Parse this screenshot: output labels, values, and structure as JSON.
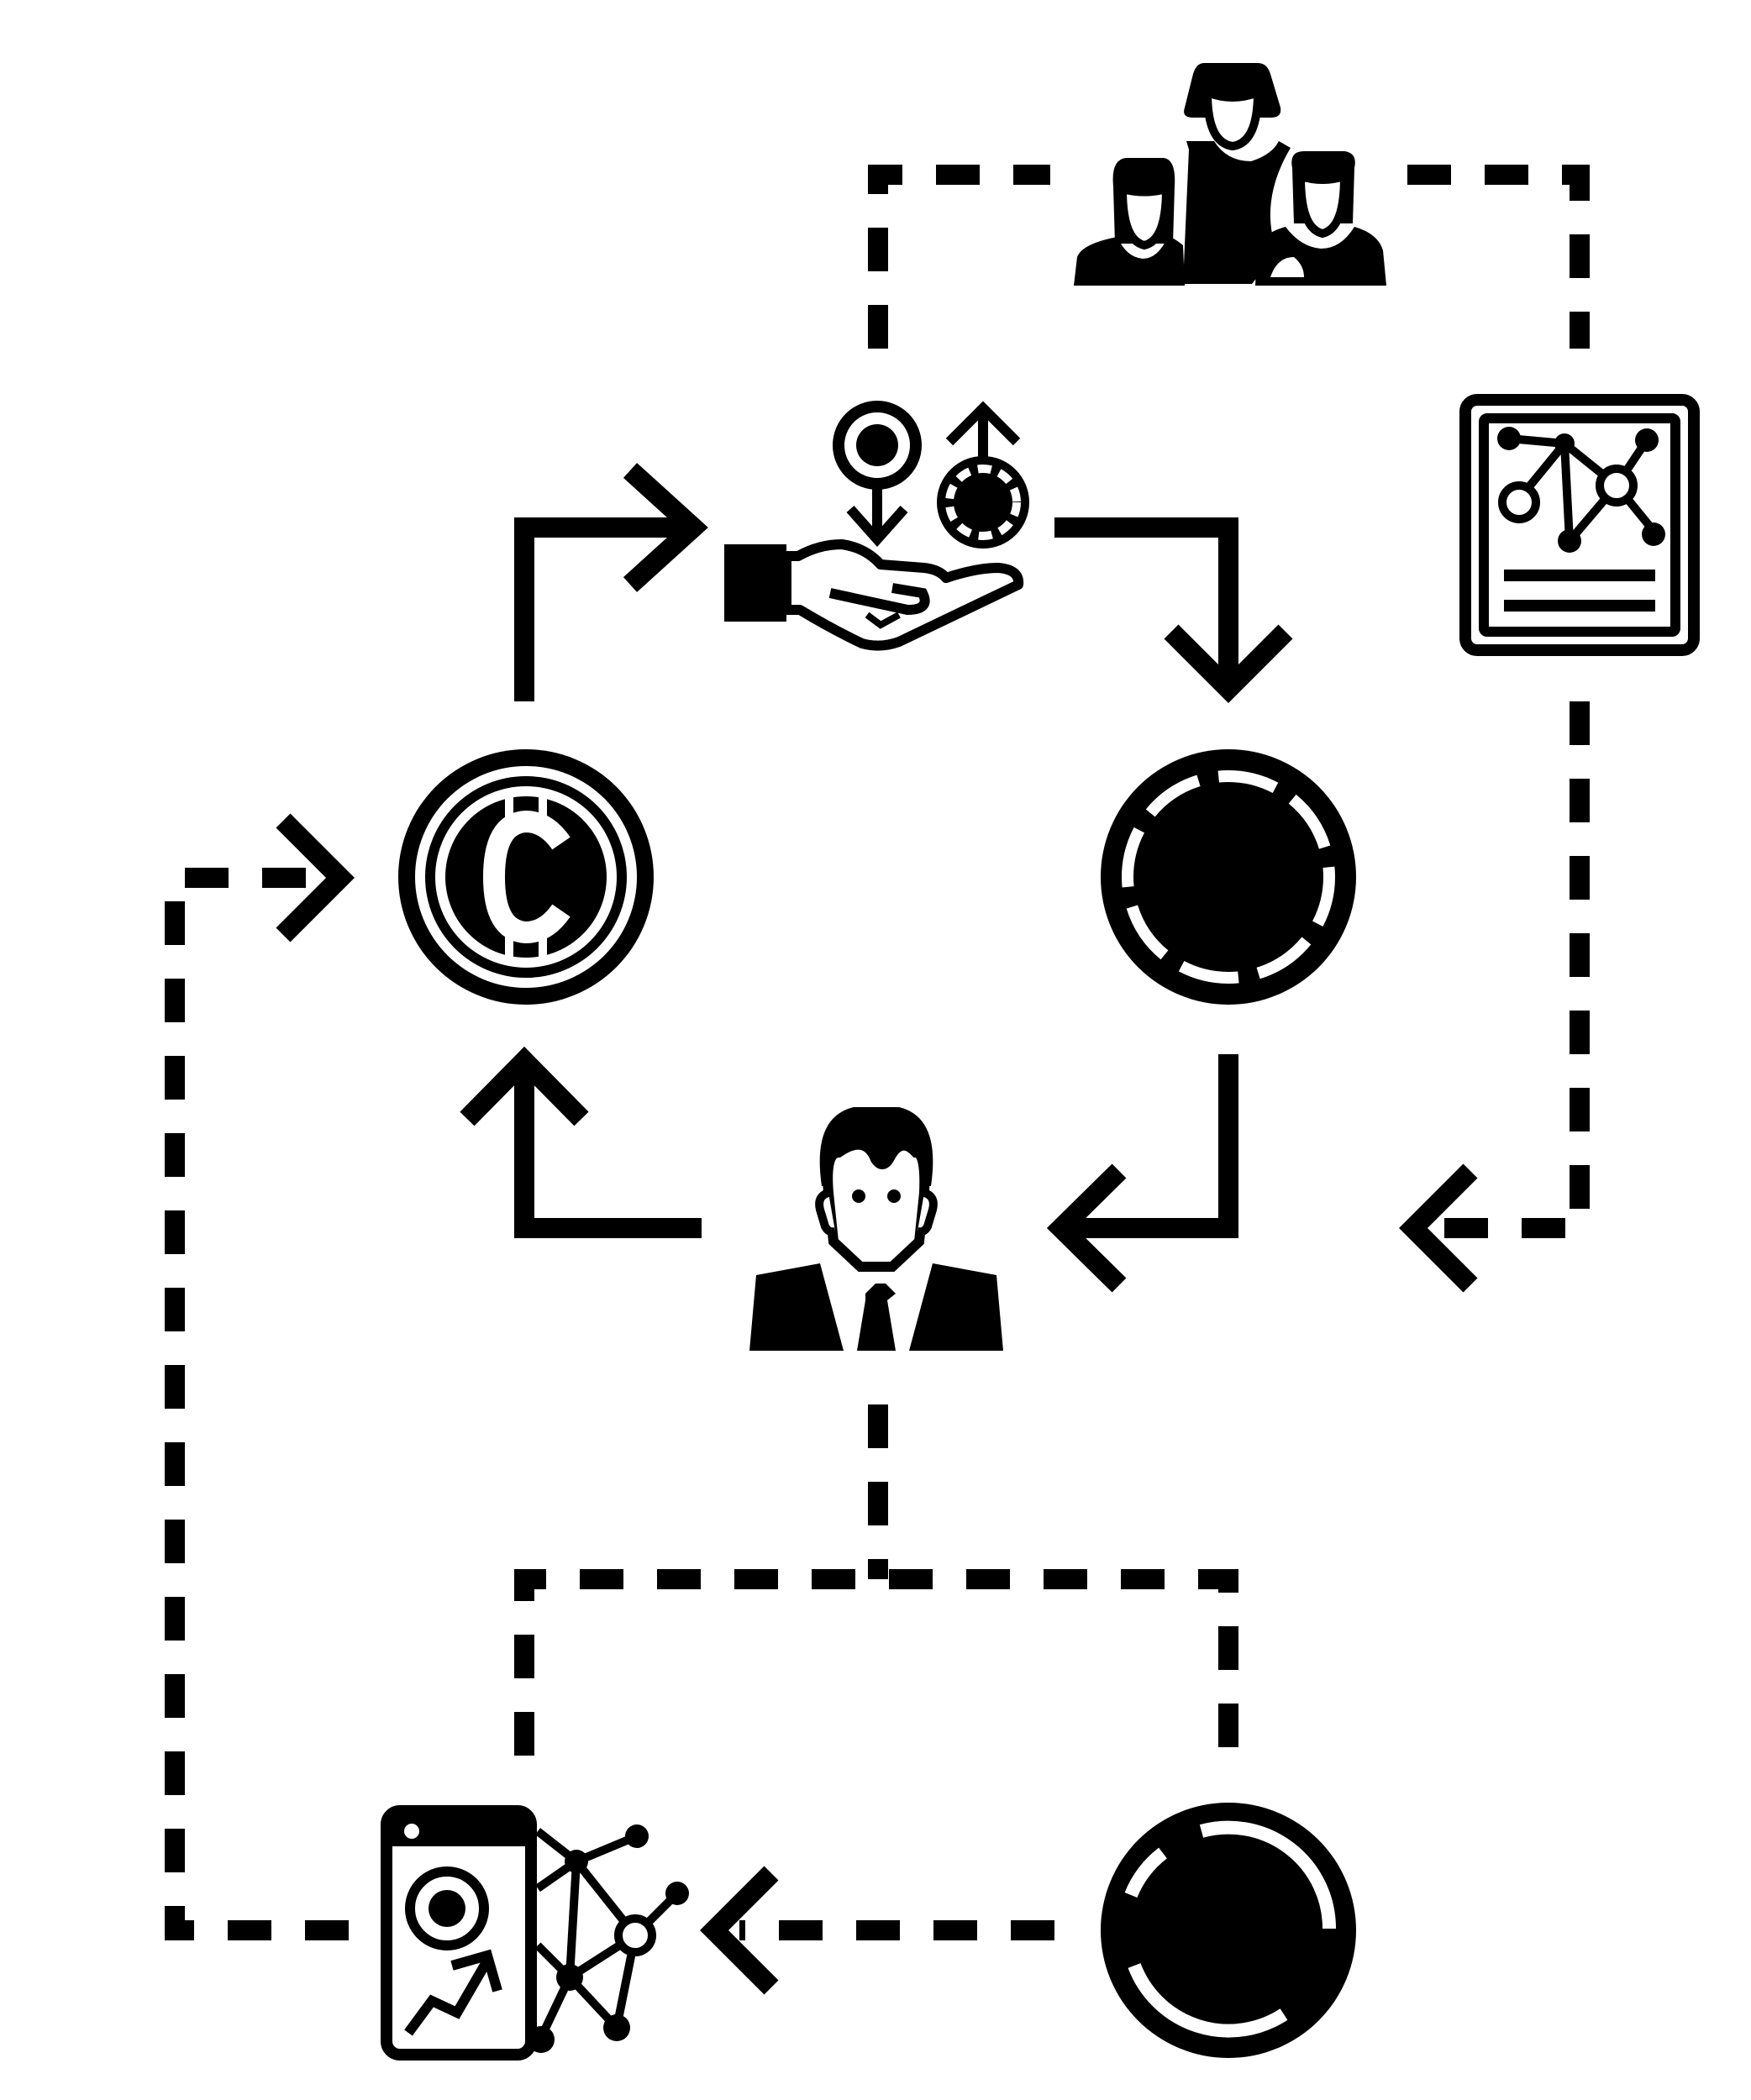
{
  "colors": {
    "ink": "#000000",
    "background": "#ffffff"
  },
  "nodes": [
    {
      "id": "team",
      "icon": "team-people-icon"
    },
    {
      "id": "offer",
      "icon": "hand-offering-coins-icon"
    },
    {
      "id": "report",
      "icon": "network-report-document-icon"
    },
    {
      "id": "coin-c",
      "icon": "crypto-c-coin-icon"
    },
    {
      "id": "chip",
      "icon": "poker-chip-icon"
    },
    {
      "id": "businessman",
      "icon": "businessman-icon"
    },
    {
      "id": "mobile",
      "icon": "mobile-network-analytics-icon"
    },
    {
      "id": "token",
      "icon": "token-ring-coin-icon"
    }
  ],
  "connectors": [
    {
      "from": "coin-c",
      "to": "offer",
      "style": "solid"
    },
    {
      "from": "offer",
      "to": "chip",
      "style": "solid"
    },
    {
      "from": "chip",
      "to": "businessman",
      "style": "solid"
    },
    {
      "from": "businessman",
      "to": "coin-c",
      "style": "solid"
    },
    {
      "from": "offer",
      "to": "team",
      "style": "dashed"
    },
    {
      "from": "team",
      "to": "report",
      "style": "dashed"
    },
    {
      "from": "report",
      "to": "businessman",
      "style": "dashed"
    },
    {
      "from": "businessman",
      "to": "mobile",
      "style": "dashed"
    },
    {
      "from": "businessman",
      "to": "token",
      "style": "dashed"
    },
    {
      "from": "token",
      "to": "mobile",
      "style": "dashed"
    },
    {
      "from": "mobile",
      "to": "coin-c",
      "style": "dashed"
    }
  ]
}
